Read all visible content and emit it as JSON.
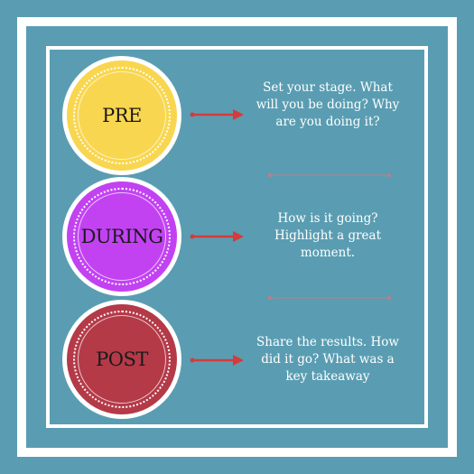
{
  "colors": {
    "background": "#5a9db2",
    "frame": "#ffffff",
    "arrow": "#d43b3b",
    "divider": "#c47b86"
  },
  "stages": [
    {
      "label": "PRE",
      "color": "#f8d64f",
      "description": "Set your stage. What will you be doing? Why are you doing it?"
    },
    {
      "label": "DURING",
      "color": "#c242f2",
      "description": "How is it going? Highlight a great moment."
    },
    {
      "label": "POST",
      "color": "#b43a48",
      "description": "Share the results. How did it go? What was a key takeaway"
    }
  ]
}
